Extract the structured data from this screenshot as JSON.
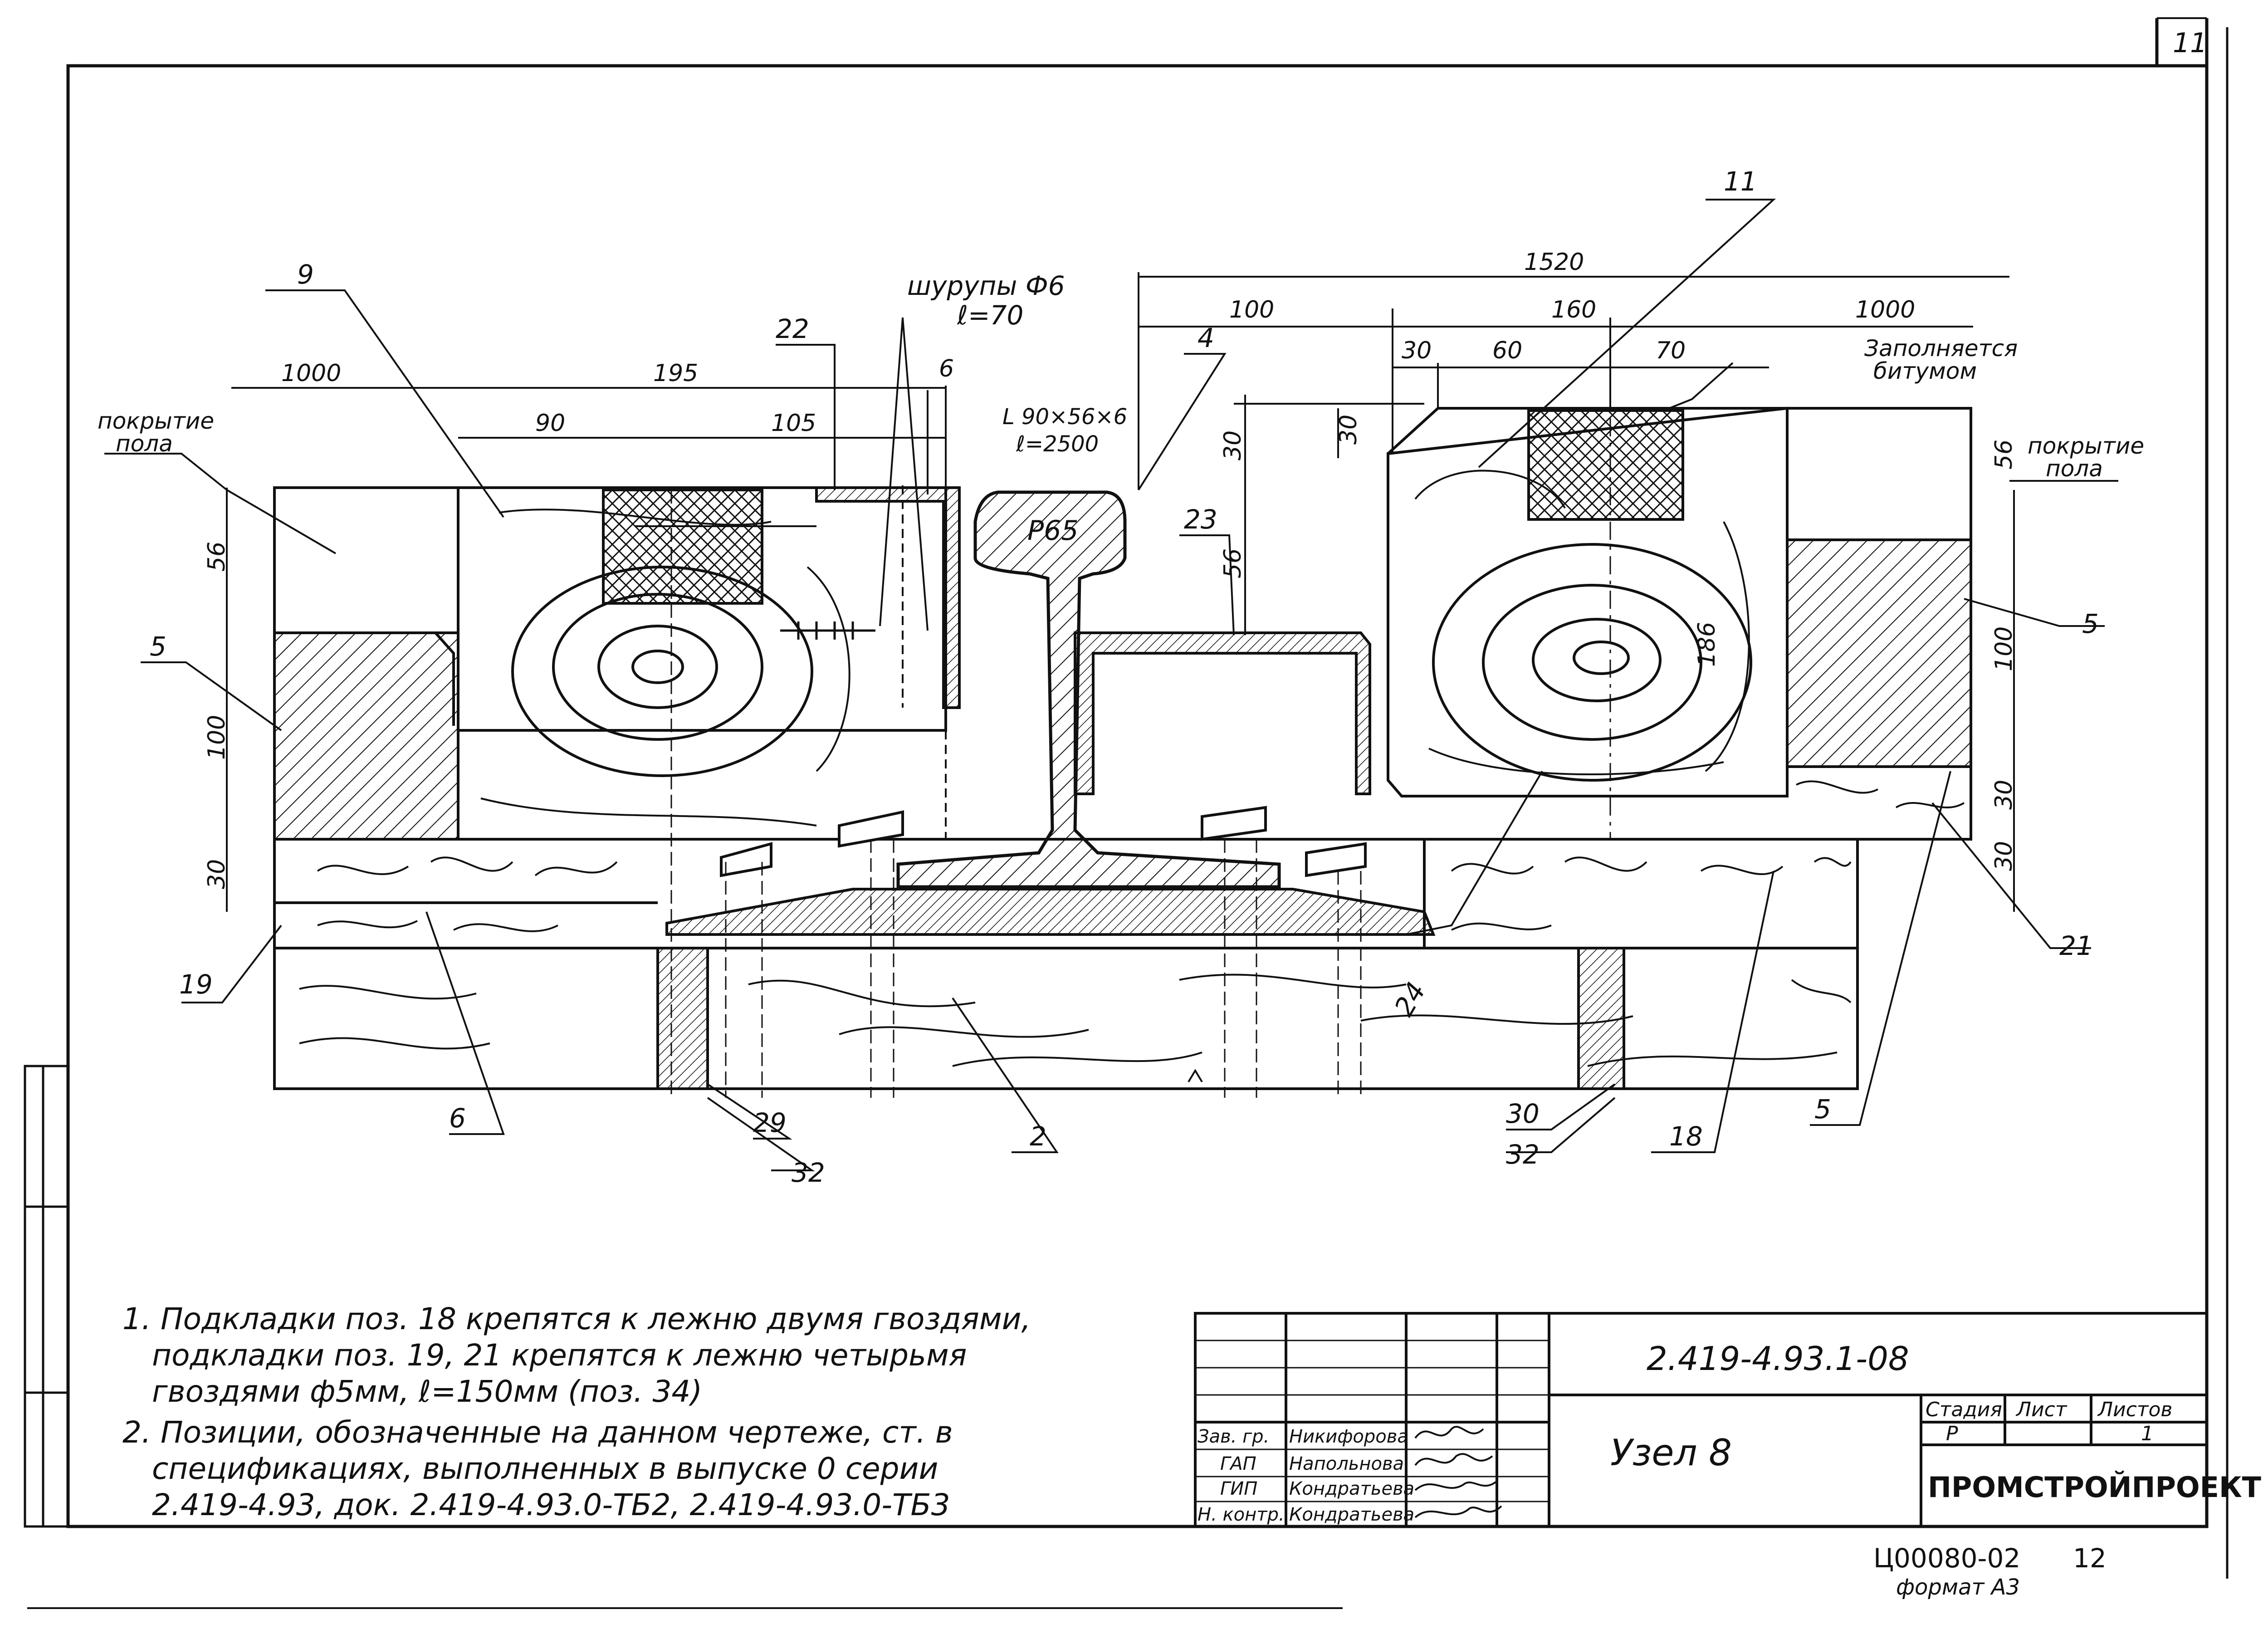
{
  "sheet": {
    "number": "11",
    "bottom_code": "Ц00080-02",
    "bottom_code_num": "12",
    "format": "формат А3"
  },
  "drawing": {
    "labels": {
      "p9": "9",
      "p22": "22",
      "screws": "шурупы Ф6",
      "screws_len": "ℓ=70",
      "angle": "L 90×56×6",
      "angle_len": "ℓ=2500",
      "p4": "4",
      "p11": "11",
      "p23": "23",
      "p5_left": "5",
      "p5_right": "5",
      "p5_bottom": "5",
      "p19": "19",
      "p6": "6",
      "p29": "29",
      "p32_left": "32",
      "p2": "2",
      "p24": "24",
      "p30": "30",
      "p32_right": "32",
      "p18": "18",
      "p21": "21",
      "rail": "Р65",
      "floor_left": "покрытие",
      "floor_left2": "пола",
      "floor_right": "покрытие",
      "floor_right2": "пола",
      "bitumen": "Заполняется",
      "bitumen2": "битумом"
    },
    "dims": {
      "d1520": "1520",
      "d100_top": "100",
      "d160": "160",
      "d1000_right": "1000",
      "d30_a": "30",
      "d60": "60",
      "d70": "70",
      "d1000_left": "1000",
      "d195": "195",
      "d6": "6",
      "d90": "90",
      "d105": "105",
      "d30_v": "30",
      "d30_v2": "30",
      "d56_rail": "56",
      "d56_left": "56",
      "d100_left": "100",
      "d30_left": "30",
      "d56_right": "56",
      "d100_right": "100",
      "d30_right1": "30",
      "d30_right2": "30",
      "d186": "186"
    }
  },
  "notes": [
    "1. Подкладки поз. 18  крепятся  к  лежню  двумя  гвоздями,",
    "подкладки поз. 19, 21  крепятся  к  лежню  четырьмя",
    "гвоздями   ф5мм,  ℓ=150мм (поз. 34)",
    "2. Позиции,  обозначенные  на  данном  чертеже,  ст. в",
    "спецификациях,  выполненных  в  выпуске  0  серии",
    "2.419-4.93,  док.  2.419-4.93.0-ТБ2,  2.419-4.93.0-ТБ3"
  ],
  "title_block": {
    "doc_code": "2.419-4.93.1-08",
    "title": "Узел 8",
    "stage_header": "Стадия",
    "sheet_header": "Лист",
    "sheets_header": "Листов",
    "stage": "Р",
    "sheet": "",
    "sheets": "1",
    "firm": "ПРОМСТРОЙПРОЕКТ",
    "roles": [
      {
        "role": "Зав. гр.",
        "name": "Никифорова"
      },
      {
        "role": "ГАП",
        "name": "Напольнова"
      },
      {
        "role": "ГИП",
        "name": "Кондратьева"
      },
      {
        "role": "Н. контр.",
        "name": "Кондратьева"
      }
    ]
  }
}
